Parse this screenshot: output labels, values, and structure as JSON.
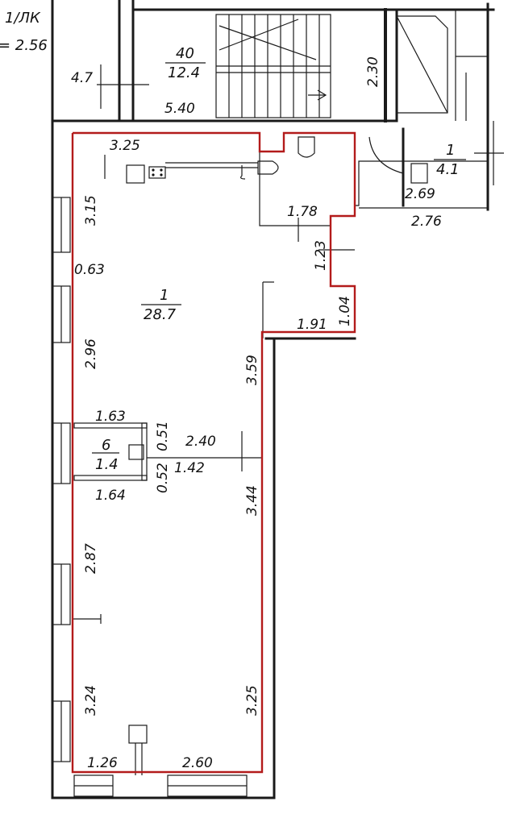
{
  "corner_title_a": "1/ЛК",
  "corner_title_b": "= 2.56",
  "rooms": [
    {
      "number": "1",
      "area": "28.7"
    },
    {
      "number": "6",
      "area": "1.4"
    },
    {
      "number": "40",
      "area": "12.4"
    },
    {
      "number": "1",
      "area": "4.1"
    }
  ],
  "dimensions": {
    "d470": "4.7",
    "d540": "5.40",
    "d230": "2.30",
    "d325top": "3.25",
    "d315": "3.15",
    "d063": "0.63",
    "d296": "2.96",
    "d178": "1.78",
    "d123": "1.23",
    "d104": "1.04",
    "d191": "1.91",
    "d269": "2.69",
    "d276": "2.76",
    "d359": "3.59",
    "d163": "1.63",
    "d051": "0.51",
    "d240": "2.40",
    "d052": "0.52",
    "d142": "1.42",
    "d164": "1.64",
    "d344": "3.44",
    "d287": "2.87",
    "d324": "3.24",
    "d325bot": "3.25",
    "d126": "1.26",
    "d260": "2.60"
  },
  "colors": {
    "outline": "#b31b1b",
    "wall": "#1a1a1a"
  }
}
